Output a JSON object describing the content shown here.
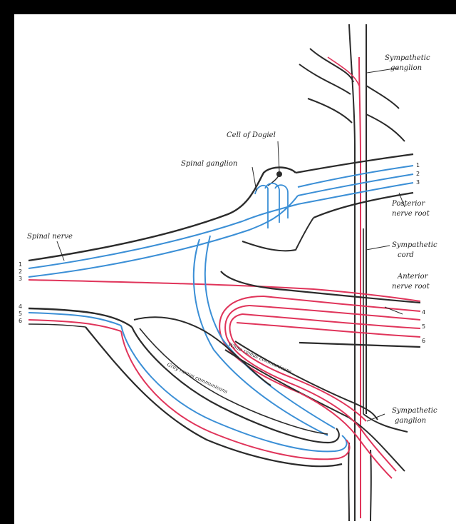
{
  "colors": {
    "outline": "#2b2b2b",
    "sensory_fiber": "#3b8fd6",
    "motor_fiber": "#e0345a",
    "paper": "#ffffff",
    "frame": "#000000"
  },
  "labels": {
    "sympathetic_ganglion_top": [
      "Sympathetic",
      "ganglion"
    ],
    "cell_of_dogiel": "Cell of Dogiel",
    "spinal_ganglion": "Spinal ganglion",
    "spinal_nerve": "Spinal nerve",
    "posterior_root": [
      "Posterior",
      "nerve root"
    ],
    "sympathetic_cord": [
      "Sympathetic",
      "cord"
    ],
    "anterior_root": [
      "Anterior",
      "nerve root"
    ],
    "white_ramus": "White ramus communicans",
    "gray_ramus": "Gray ramus communicans",
    "sympathetic_ganglion_bottom": [
      "Sympathetic",
      "ganglion"
    ]
  },
  "numbers": {
    "left_nerve": [
      "1",
      "2",
      "3",
      "4",
      "5",
      "6"
    ],
    "posterior_root": [
      "1",
      "2",
      "3"
    ],
    "anterior_root": [
      "4",
      "5",
      "6"
    ]
  }
}
